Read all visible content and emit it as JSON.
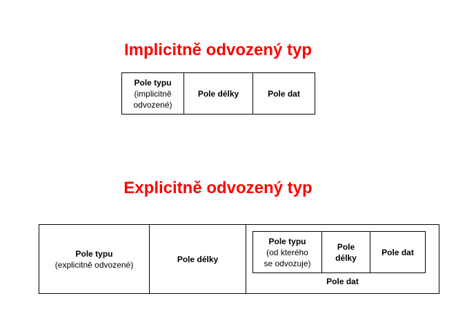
{
  "implicit": {
    "title": "Implicitně odvozený typ",
    "type_field": {
      "label": "Pole typu",
      "note_line1": "(implicitně",
      "note_line2": "odvozené)"
    },
    "length_field": "Pole délky",
    "data_field": "Pole dat"
  },
  "explicit": {
    "title": "Explicitně odvozený typ",
    "type_field": {
      "label": "Pole typu",
      "note": "(explicitně odvozené)"
    },
    "length_field": "Pole délky",
    "data_field": {
      "label": "Pole dat",
      "inner": {
        "type_field": {
          "label": "Pole typu",
          "note_line1": "(od kterého",
          "note_line2": "se odvozuje)"
        },
        "length_field_line1": "Pole",
        "length_field_line2": "délky",
        "data_field": "Pole dat"
      }
    }
  },
  "colors": {
    "title": "#ff0000",
    "border": "#000000"
  }
}
